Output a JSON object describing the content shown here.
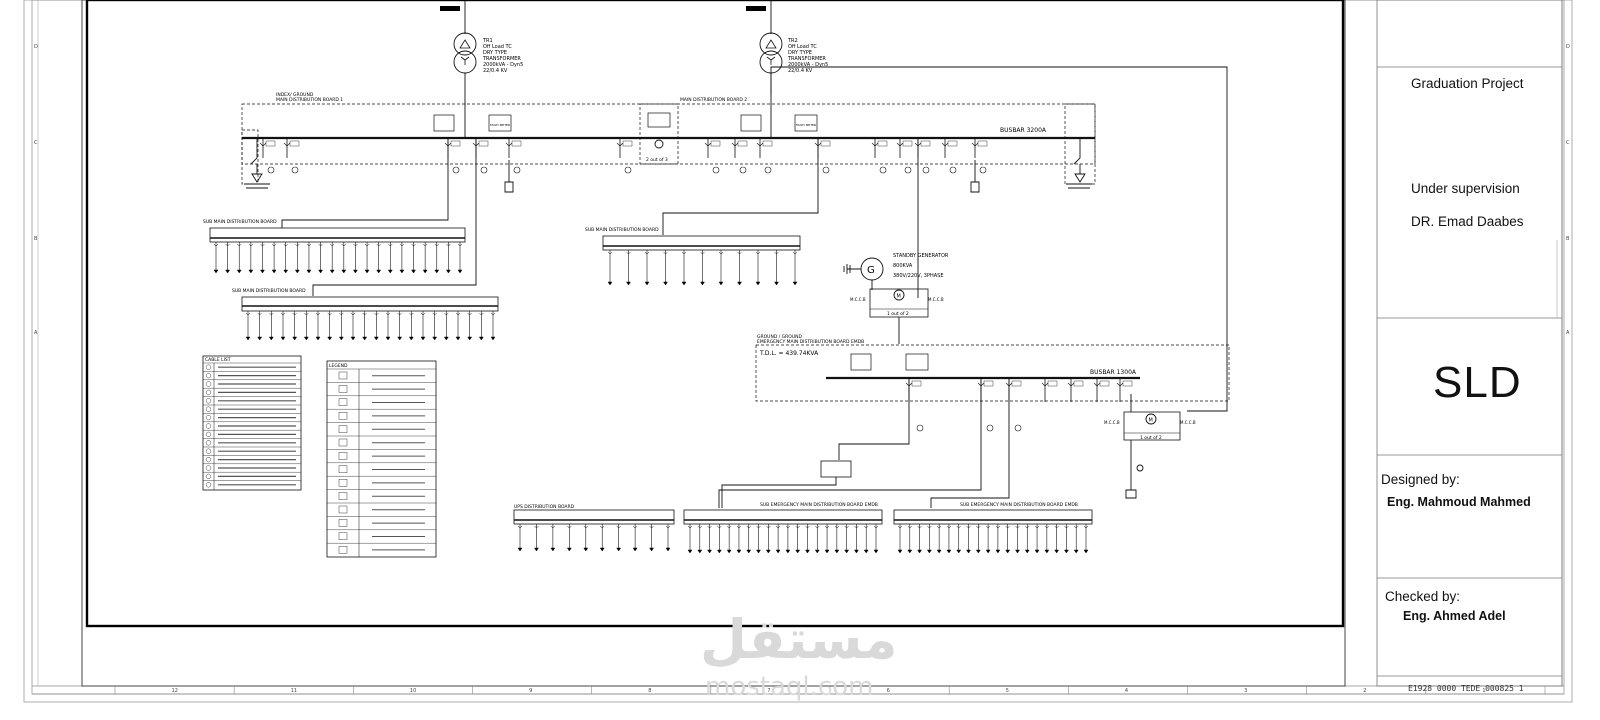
{
  "title_block": {
    "project": "Graduation Project",
    "supervision_label": "Under supervision",
    "supervisor": "DR. Emad Daabes",
    "drawing_title": "SLD",
    "designed_label": "Designed by:",
    "designer": "Eng. Mahmoud Mahmed",
    "checked_label": "Checked by:",
    "checker": "Eng. Ahmed Adel",
    "drawing_number": "E1928 0000 TEDE 000825 1"
  },
  "watermark": {
    "arabic": "مستقل",
    "latin": "mostaql.com"
  },
  "diagram": {
    "tr1": {
      "name": "TR1",
      "l2": "Off Load TC",
      "l3": "DRY TYPE",
      "l4": "TRANSFORMER",
      "l5": "2000kVA - Dyn5",
      "l6": "22/0.4 KV"
    },
    "tr2": {
      "name": "TR2",
      "l2": "Off Load TC",
      "l3": "DRY TYPE",
      "l4": "TRANSFORMER",
      "l5": "2000kVA - Dyn5",
      "l6": "22/0.4 KV"
    },
    "mdb1": {
      "l1": "INDEX/ GROUND",
      "l2": "MAIN DISTRIBUTION BOARD 1"
    },
    "mdb2": "MAIN DISTRIBUTION BOARD 2",
    "busbar_main": "BUSBAR 3200A",
    "interlock_a": "2 out of 3",
    "smdb_left_1": "SUB MAIN DISTRIBUTION BOARD",
    "smdb_left_2": "SUB MAIN DISTRIBUTION BOARD",
    "smdb_mid": "SUB MAIN DISTRIBUTION BOARD",
    "generator": {
      "symbol": "G",
      "l1": "STANDBY GENERATOR",
      "l2": "800KVA",
      "l3": "380V/220V, 3PHASE"
    },
    "mccb": "M.C.C.B",
    "motor": "M",
    "interlock_b": "1 out of 2",
    "interlock_c": "1 out of 2",
    "emdb": {
      "l1": "GROUND / GROUND",
      "l2": "EMERGENCY MAIN DISTRIBUTION BOARD EMDB",
      "tdl": "T.D.L. = 439.74KVA"
    },
    "busbar_em": "BUSBAR 1300A",
    "ups_db": "UPS DISTRIBUTION BOARD",
    "sub_emdb_1": "SUB EMERGENCY MAIN DISTRIBUTION BOARD EMDB",
    "sub_emdb_2": "SUB EMERGENCY MAIN DISTRIBUTION BOARD EMDB",
    "multimeter": "MULTI METER",
    "cable_list_title": "CABLE LIST",
    "legend_title": "LEGEND"
  },
  "frame": {
    "grid_numbers": [
      "12",
      "11",
      "10",
      "9",
      "8",
      "7",
      "6",
      "5",
      "4",
      "3",
      "2",
      "1"
    ],
    "row_letters": [
      "D",
      "C",
      "B",
      "A"
    ]
  }
}
